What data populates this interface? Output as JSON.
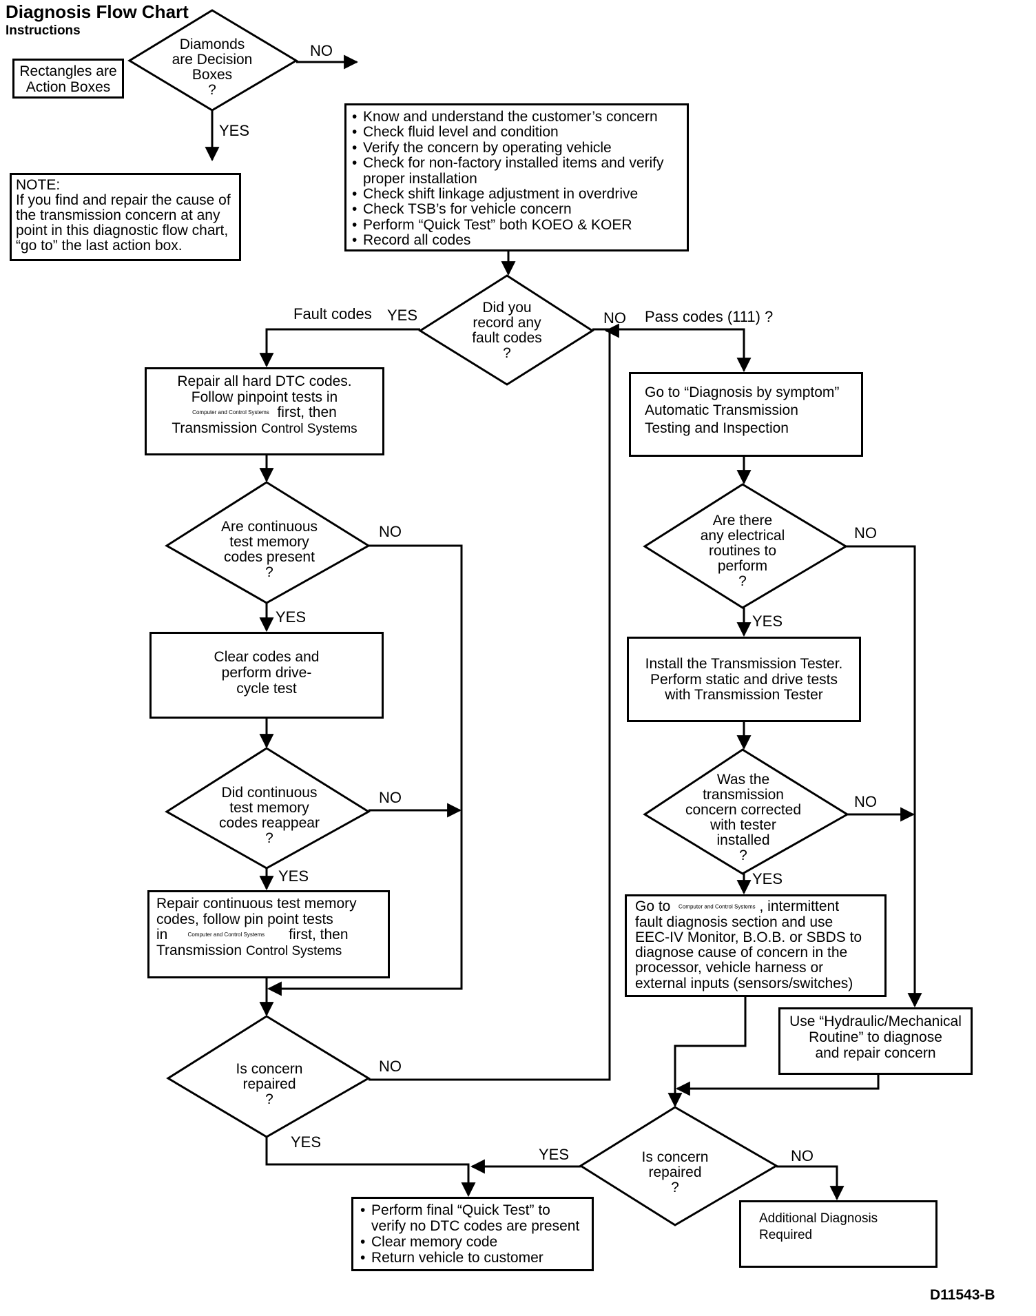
{
  "header": {
    "title": "Diagnosis Flow Chart",
    "subtitle": "Instructions"
  },
  "legend": {
    "rect_text": "Rectangles are Action Boxes",
    "diamond_text": [
      "Diamonds",
      "are Decision",
      "Boxes",
      "?"
    ],
    "no": "NO",
    "yes": "YES",
    "note_title": "NOTE:",
    "note_text": "If you find and repair the cause of the transmission concern at any point in this diagnostic flow chart, “go to” the last action box."
  },
  "start_box": {
    "items": [
      "Know and understand the customer’s concern",
      "Check fluid level and condition",
      "Verify the concern by operating vehicle",
      "Check for non-factory installed items and verify proper installation",
      "Check shift linkage adjustment in overdrive",
      "Check TSB’s for vehicle concern",
      "Perform “Quick Test” both KOEO & KOER",
      "Record all codes"
    ]
  },
  "d_fault": {
    "lines": [
      "Did you",
      "record any",
      "fault codes",
      "?"
    ],
    "left_label": "Fault codes",
    "yes": "YES",
    "no": "NO",
    "right_label": "Pass codes (111) ?"
  },
  "repair_hard": {
    "l1": "Repair all hard DTC codes.",
    "l2": "Follow pinpoint tests in",
    "small": "Computer and Control Systems",
    "l3": "first, then",
    "l4a": "Transmission",
    "l4b": "Control Systems"
  },
  "d_continuous": {
    "lines": [
      "Are continuous",
      "test memory",
      "codes present",
      "?"
    ],
    "no": "NO",
    "yes": "YES"
  },
  "clear_codes": {
    "lines": [
      "Clear codes and",
      "perform drive-",
      "cycle test"
    ]
  },
  "d_reappear": {
    "lines": [
      "Did continuous",
      "test memory",
      "codes reappear",
      "?"
    ],
    "no": "NO",
    "yes": "YES"
  },
  "repair_cont": {
    "l1": "Repair continuous test memory",
    "l2": "codes, follow pin point tests",
    "l3a": "in",
    "small": "Computer and Control Systems",
    "l3b": "first, then",
    "l4a": "Transmission",
    "l4b": "Control Systems"
  },
  "d_repaired_left": {
    "lines": [
      "Is concern",
      "repaired",
      "?"
    ],
    "no": "NO",
    "yes": "YES"
  },
  "symptom_box": {
    "lines": [
      "Go to “Diagnosis by symptom”",
      "Automatic Transmission",
      "Testing and Inspection"
    ]
  },
  "d_electrical": {
    "lines": [
      "Are there",
      "any electrical",
      "routines to",
      "perform",
      "?"
    ],
    "no": "NO",
    "yes": "YES"
  },
  "tester_box": {
    "lines": [
      "Install the Transmission Tester.",
      "Perform static and drive tests",
      "with Transmission Tester"
    ]
  },
  "d_tester": {
    "lines": [
      "Was the",
      "transmission",
      "concern corrected",
      "with tester",
      "installed",
      "?"
    ],
    "no": "NO",
    "yes": "YES"
  },
  "intermittent_box": {
    "l1a": "Go to",
    "small": "Computer and Control Systems",
    "l1b": ", intermittent",
    "rest": [
      "fault diagnosis section and use",
      "EEC-IV Monitor, B.O.B. or SBDS to",
      "diagnose cause of concern in the",
      "processor, vehicle harness or",
      "external inputs (sensors/switches)"
    ]
  },
  "hydraulic_box": {
    "lines": [
      "Use “Hydraulic/Mechanical",
      "Routine” to diagnose",
      "and repair concern"
    ]
  },
  "d_repaired_right": {
    "lines": [
      "Is concern",
      "repaired",
      "?"
    ],
    "yes": "YES",
    "no": "NO"
  },
  "final_box": {
    "items": [
      "Perform final “Quick Test” to verify no DTC codes are present",
      "Clear memory code",
      "Return vehicle to customer"
    ]
  },
  "additional_box": {
    "lines": [
      "Additional Diagnosis",
      "Required"
    ]
  },
  "figure_id": "D11543-B"
}
